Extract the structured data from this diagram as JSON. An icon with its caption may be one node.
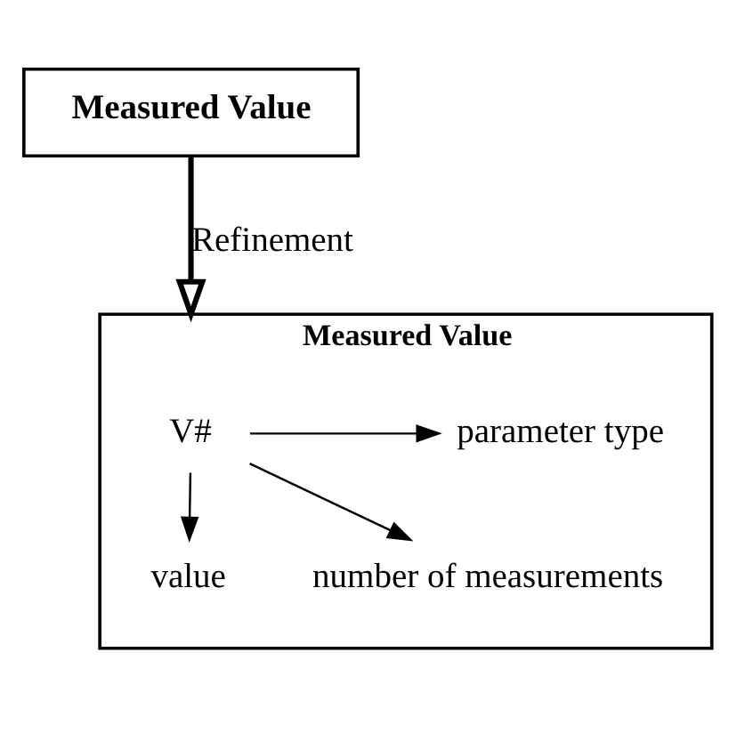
{
  "diagram": {
    "nodes": [
      {
        "text": [
          "Measured Value"
        ]
      },
      {
        "text": [
          "Measured Value"
        ]
      },
      {
        "text": [
          "V#"
        ],
        "in": 1
      },
      {
        "text": [
          "parameter type"
        ],
        "in": 1
      },
      {
        "text": [
          "value"
        ],
        "in": 1
      },
      {
        "text": [
          "number of measurements"
        ],
        "in": 1
      }
    ],
    "edges": [
      {
        "from": 0,
        "to": 1,
        "arrow": "to",
        "label": "Refinement",
        "style": "thick"
      },
      {
        "from": 2,
        "to": 3,
        "arrow": "to"
      },
      {
        "from": 2,
        "to": 4,
        "arrow": "to"
      },
      {
        "from": 2,
        "to": 5,
        "arrow": "to"
      }
    ]
  }
}
